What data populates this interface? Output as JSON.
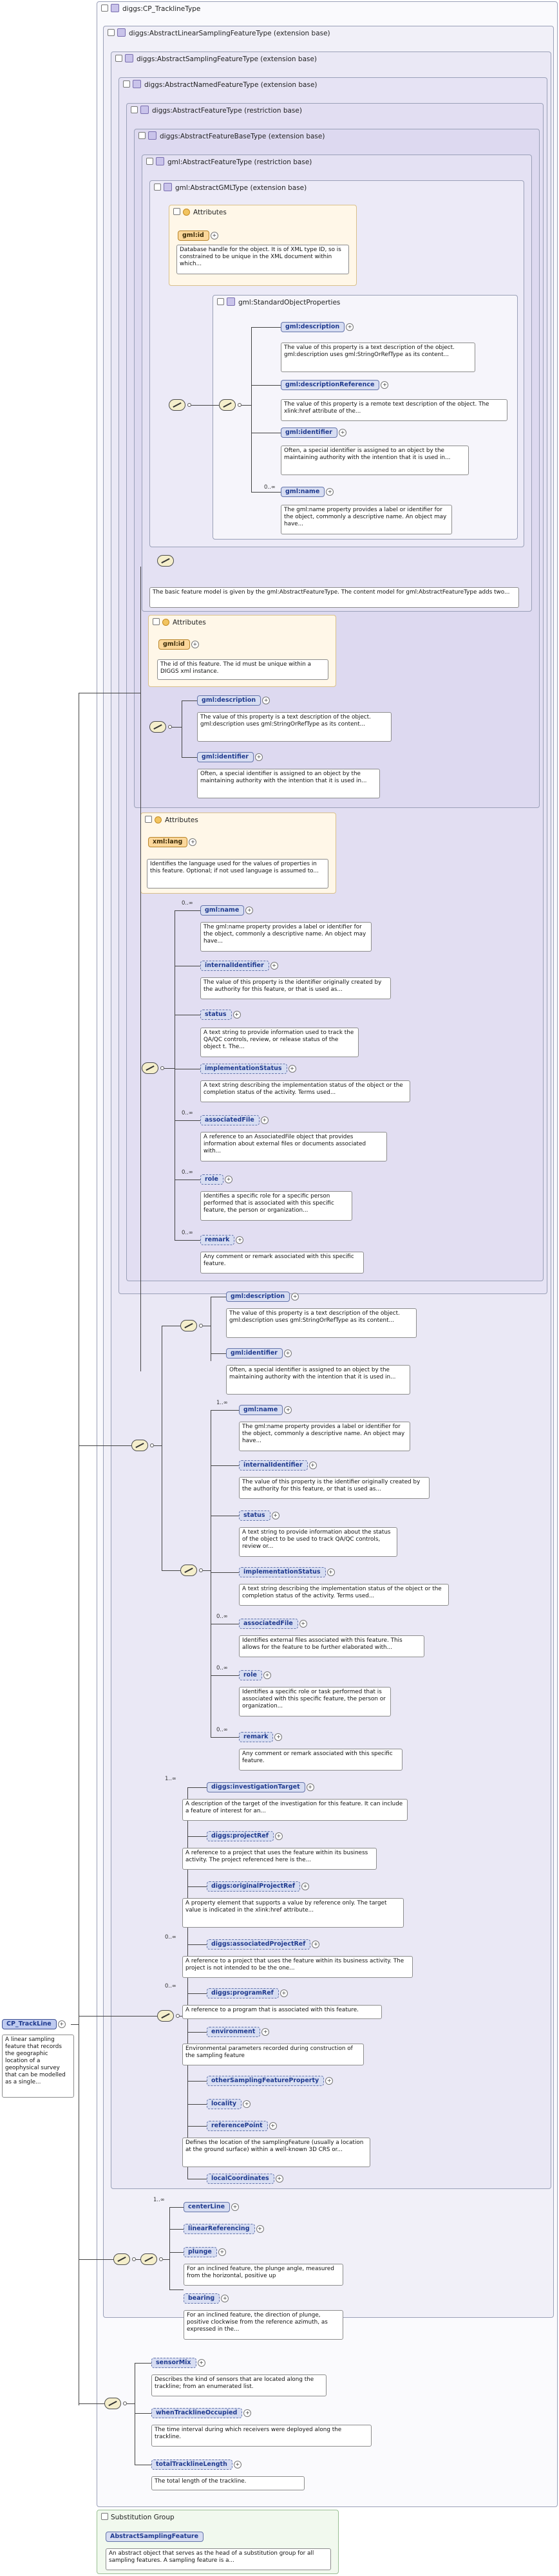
{
  "root": {
    "name": "CP_TrackLine",
    "doc": "A linear sampling feature that records the geographic location of a geophysical survey that can be modelled as a single..."
  },
  "top": {
    "title": "diggs:CP_TracklineType"
  },
  "frames": {
    "linearSampling": "diggs:AbstractLinearSamplingFeatureType (extension base)",
    "sampling": "diggs:AbstractSamplingFeatureType (extension base)",
    "named": "diggs:AbstractNamedFeatureType (extension base)",
    "featureRestr": "diggs:AbstractFeatureType (restriction base)",
    "featureBase": "diggs:AbstractFeatureBaseType (extension base)",
    "gmlFeature": "gml:AbstractFeatureType (restriction base)",
    "gmlGml": "gml:AbstractGMLType (extension base)",
    "stdProps": "gml:StandardObjectProperties"
  },
  "attributes_label": "Attributes",
  "gml": {
    "id": {
      "name": "gml:id",
      "doc": "Database handle for the object. It is of XML type ID, so is constrained to be unique in the XML document within which..."
    },
    "description": {
      "name": "gml:description",
      "doc": "The value of this property is a text description of the object. gml:description uses gml:StringOrRefType as its content..."
    },
    "descriptionReference": {
      "name": "gml:descriptionReference",
      "doc": "The value of this property is a remote text description of the object. The xlink:href attribute of the..."
    },
    "identifier": {
      "name": "gml:identifier",
      "doc": "Often, a special identifier is assigned to an object by the maintaining authority with the intention that it is used in..."
    },
    "name": {
      "name": "gml:name",
      "card": "0..∞",
      "doc": "The gml:name property provides a label or identifier for the object, commonly a descriptive name. An object may have..."
    }
  },
  "featureTypeDoc": "The basic feature model is given by the gml:AbstractFeatureType. The content model for gml:AbstractFeatureType adds two...",
  "restr": {
    "id": {
      "name": "gml:id",
      "doc": "The id of this feature. The id must be unique within a DIGGS xml instance."
    },
    "description": {
      "name": "gml:description",
      "doc": "The value of this property is a text description of the object. gml:description uses gml:StringOrRefType as its content..."
    },
    "identifier": {
      "name": "gml:identifier",
      "doc": "Often, a special identifier is assigned to an object by the maintaining authority with the intention that it is used in..."
    }
  },
  "named": {
    "lang": {
      "name": "xml:lang",
      "doc": "Identifies the language used for the values of properties in this feature. Optional; if not used language is assumed to..."
    },
    "name": {
      "name": "gml:name",
      "card": "0..∞",
      "doc": "The gml:name property provides a label or identifier for the object, commonly a descriptive name. An object may have..."
    },
    "internalIdentifier": {
      "name": "internalIdentifier",
      "doc": "The value of this property is the identifier originally created by the authority for this feature, or that is used as..."
    },
    "status": {
      "name": "status",
      "doc": "A text string to provide information used to track the QA/QC controls, review, or release status of the object t. The..."
    },
    "implementationStatus": {
      "name": "implementationStatus",
      "doc": "A text string describing the implementation status of the object or the completion status of the activity. Terms used..."
    },
    "associatedFile": {
      "name": "associatedFile",
      "card": "0..∞",
      "doc": "A reference to an AssociatedFile object that provides information about external files or documents associated with..."
    },
    "role": {
      "name": "role",
      "card": "0..∞",
      "doc": "Identifies a specific role for a specific person performed that is associated with this specific feature, the person or organization..."
    },
    "remark": {
      "name": "remark",
      "card": "0..∞",
      "doc": "Any comment or remark associated with this specific feature."
    }
  },
  "inherited": {
    "description": {
      "name": "gml:description",
      "doc": "The value of this property is a text description of the object. gml:description uses gml:StringOrRefType as its content..."
    },
    "identifier": {
      "name": "gml:identifier",
      "doc": "Often, a special identifier is assigned to an object by the maintaining authority with the intention that it is used in..."
    },
    "name": {
      "name": "gml:name",
      "card": "1..∞",
      "doc": "The gml:name property provides a label or identifier for the object, commonly a descriptive name. An object may have..."
    },
    "internalIdentifier": {
      "name": "internalIdentifier",
      "doc": "The value of this property is the identifier originally created by the authority for this feature, or that is used as..."
    },
    "status": {
      "name": "status",
      "doc": "A text string to provide information about the status of the object to be used to track QA/QC controls, review or..."
    },
    "implementationStatus": {
      "name": "implementationStatus",
      "doc": "A text string describing the implementation status of the object or the completion status of the activity. Terms used..."
    },
    "associatedFile": {
      "name": "associatedFile",
      "card": "0..∞",
      "doc": "Identifies external files associated with this feature. This allows for the feature to be further elaborated with..."
    },
    "role": {
      "name": "role",
      "card": "0..∞",
      "doc": "Identifies a specific role or task performed that is associated with this specific feature, the person or organization..."
    },
    "remark": {
      "name": "remark",
      "card": "0..∞",
      "doc": "Any comment or remark associated with this specific feature."
    }
  },
  "sampling": {
    "investigationTarget": {
      "name": "diggs:investigationTarget",
      "card": "1..∞",
      "doc": "A description of the target of the investigation for this feature. It can include a feature of interest for an..."
    },
    "projectRef": {
      "name": "diggs:projectRef",
      "doc": "A reference to a project that uses the feature within its business activity. The project referenced here is the..."
    },
    "originalProjectRef": {
      "name": "diggs:originalProjectRef",
      "doc": "A property element that supports a value by reference only. The target value is indicated in the xlink:href attribute..."
    },
    "associatedProjectRef": {
      "name": "diggs:associatedProjectRef",
      "card": "0..∞",
      "doc": "A reference to a project that uses the feature within its business activity. The project is not intended to be the one..."
    },
    "programRef": {
      "name": "diggs:programRef",
      "card": "0..∞",
      "doc": "A reference to a program that is associated with this feature."
    },
    "environment": {
      "name": "environment",
      "doc": "Environmental parameters recorded during construction of the sampling feature"
    },
    "otherSamplingFeatureProperty": {
      "name": "otherSamplingFeatureProperty"
    },
    "locality": {
      "name": "locality"
    },
    "referencePoint": {
      "name": "referencePoint",
      "doc": "Defines the location of the samplingFeature (usually a location at the ground surface) within a well-known 3D CRS or..."
    },
    "localCoordinates": {
      "name": "localCoordinates"
    }
  },
  "linear": {
    "centerLine": {
      "name": "centerLine",
      "card": "1..∞"
    },
    "linearReferencing": {
      "name": "linearReferencing"
    },
    "plunge": {
      "name": "plunge",
      "doc": "For an inclined feature, the plunge angle, measured from the horizontal, positive up"
    },
    "bearing": {
      "name": "bearing",
      "doc": "For an inclined feature, the direction of plunge, positive clockwise from the reference azimuth, as expressed in the..."
    }
  },
  "track": {
    "sensorMix": {
      "name": "sensorMix",
      "doc": "Describes the kind of sensors that are located along the trackline; from an enumerated list."
    },
    "whenTracklineOccupied": {
      "name": "whenTracklineOccupied",
      "doc": "The time interval during which receivers were deployed along the trackline."
    },
    "totalTracklineLength": {
      "name": "totalTracklineLength",
      "doc": "The total length of the trackline."
    }
  },
  "substitution": {
    "title": "Substitution Group",
    "name": "AbstractSamplingFeature",
    "doc": "An abstract object that serves as the head of a substitution group for all sampling features. A sampling feature is a..."
  }
}
